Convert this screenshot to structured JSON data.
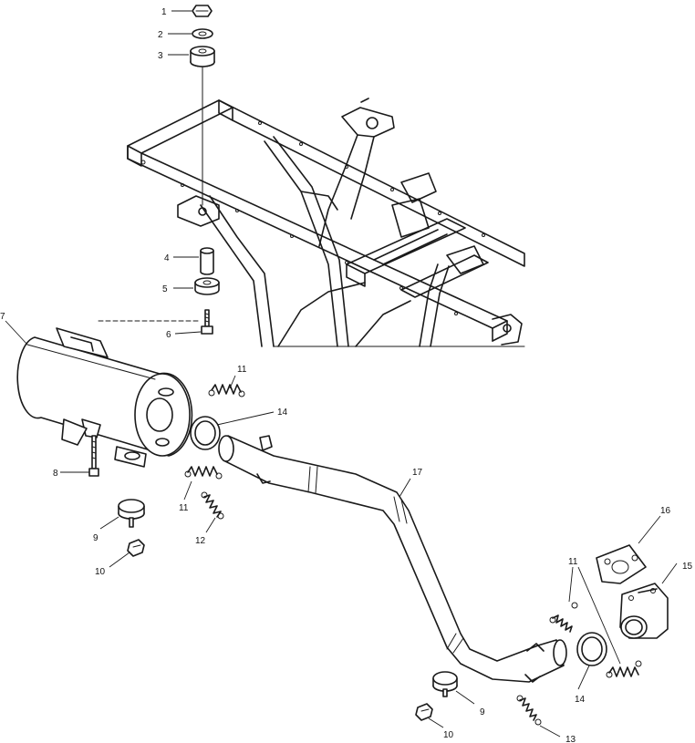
{
  "callouts": [
    {
      "id": "c1",
      "text": "1"
    },
    {
      "id": "c2",
      "text": "2"
    },
    {
      "id": "c3",
      "text": "3"
    },
    {
      "id": "c4",
      "text": "4"
    },
    {
      "id": "c5",
      "text": "5"
    },
    {
      "id": "c6",
      "text": "6"
    },
    {
      "id": "c7",
      "text": "7"
    },
    {
      "id": "c8",
      "text": "8"
    },
    {
      "id": "c9a",
      "text": "9"
    },
    {
      "id": "c9b",
      "text": "9"
    },
    {
      "id": "c10a",
      "text": "10"
    },
    {
      "id": "c10b",
      "text": "10"
    },
    {
      "id": "c11a",
      "text": "11"
    },
    {
      "id": "c11b",
      "text": "11"
    },
    {
      "id": "c11c",
      "text": "11"
    },
    {
      "id": "c12",
      "text": "12"
    },
    {
      "id": "c13",
      "text": "13"
    },
    {
      "id": "c14a",
      "text": "14"
    },
    {
      "id": "c14b",
      "text": "14"
    },
    {
      "id": "c15",
      "text": "15"
    },
    {
      "id": "c16",
      "text": "16"
    },
    {
      "id": "c17",
      "text": "17"
    }
  ]
}
